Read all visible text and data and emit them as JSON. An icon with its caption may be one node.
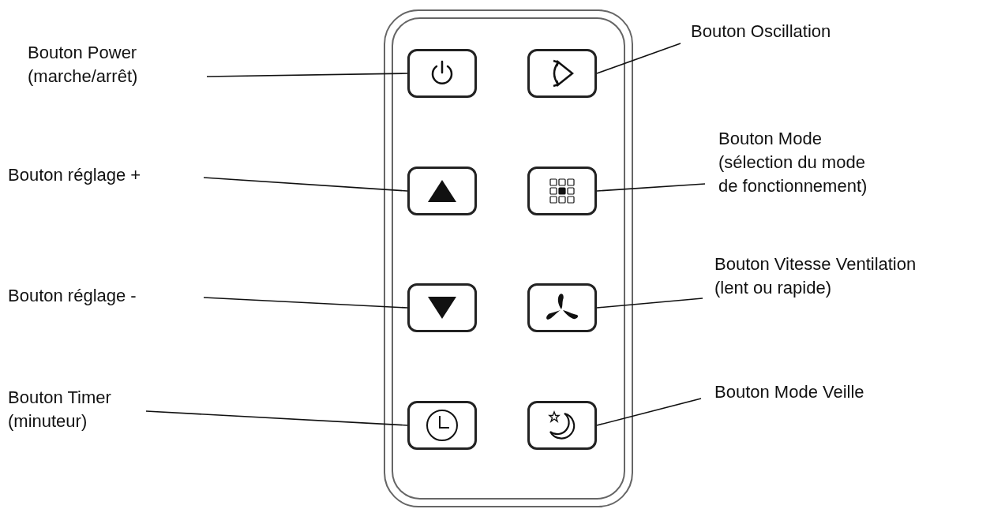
{
  "diagram": {
    "nodes": [
      {
        "text": [
          "Bouton Power (marche/arrêt)"
        ]
      },
      {
        "text": [
          "Bouton réglage +"
        ]
      },
      {
        "text": [
          "Bouton réglage -"
        ]
      },
      {
        "text": [
          "Bouton Timer (minuteur)"
        ]
      },
      {
        "text": [
          "Bouton Oscillation"
        ]
      },
      {
        "text": [
          "Bouton Mode (sélection du mode de fonctionnement)"
        ]
      },
      {
        "text": [
          "Bouton Vitesse Ventilation (lent ou rapide)"
        ]
      },
      {
        "text": [
          "Bouton Mode Veille"
        ]
      },
      {
        "text": [],
        "shape": "box"
      },
      {
        "text": [],
        "shape": "box",
        "in": 8
      },
      {
        "text": [],
        "shape": "box",
        "in": 8
      },
      {
        "text": [],
        "shape": "box",
        "in": 8
      },
      {
        "text": [],
        "shape": "box",
        "in": 8
      },
      {
        "text": [],
        "shape": "box",
        "in": 8
      },
      {
        "text": [],
        "shape": "box",
        "in": 8
      },
      {
        "text": [],
        "shape": "box",
        "in": 8
      },
      {
        "text": [],
        "shape": "box",
        "in": 8
      }
    ],
    "edges": [
      {
        "from": 0,
        "to": 9,
        "arrow": "none"
      },
      {
        "from": 1,
        "to": 11,
        "arrow": "none"
      },
      {
        "from": 2,
        "to": 13,
        "arrow": "none"
      },
      {
        "from": 3,
        "to": 15,
        "arrow": "none"
      },
      {
        "from": 4,
        "to": 10,
        "arrow": "none"
      },
      {
        "from": 5,
        "to": 12,
        "arrow": "none"
      },
      {
        "from": 6,
        "to": 14,
        "arrow": "none"
      },
      {
        "from": 7,
        "to": 16,
        "arrow": "none"
      }
    ]
  }
}
